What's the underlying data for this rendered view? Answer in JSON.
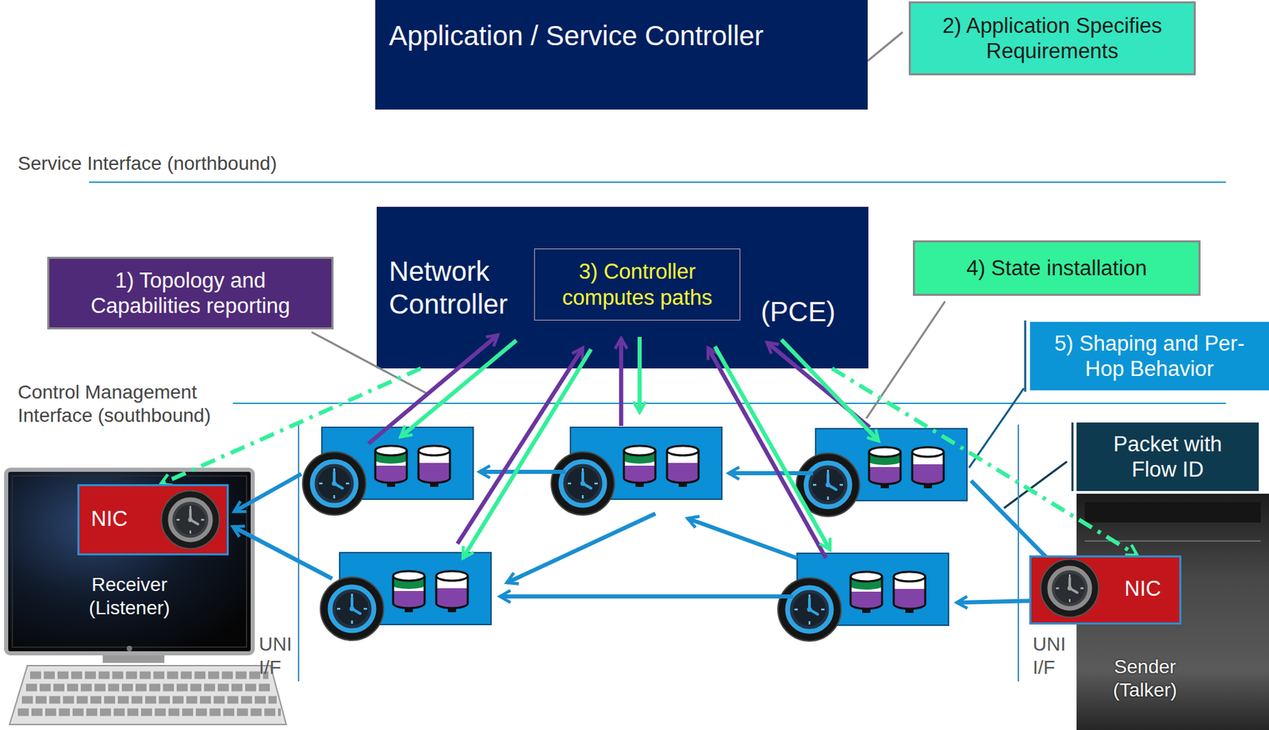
{
  "diagram": {
    "nodes": [
      {
        "text": [
          "Application / Service Controller"
        ]
      },
      {
        "text": [
          "2) Application Specifies Requirements"
        ]
      },
      {
        "text": [
          "1) Topology and Capabilities reporting"
        ]
      },
      {
        "text": [
          "Network Controller",
          "(PCE)"
        ]
      },
      {
        "text": [
          "3) Controller computes paths"
        ],
        "in": 3
      },
      {
        "text": [
          "4) State installation"
        ]
      },
      {
        "text": [
          "5) Shaping and Per-Hop Behavior"
        ]
      },
      {
        "text": [
          "Packet with Flow ID"
        ]
      },
      {
        "text": [
          "Receiver (Listener)"
        ]
      },
      {
        "text": [
          "NIC"
        ],
        "in": 8
      },
      {
        "text": [
          "Sender (Talker)"
        ]
      },
      {
        "text": [
          "NIC"
        ],
        "in": 10
      }
    ],
    "edges": [
      {
        "from": 3,
        "to": 9,
        "arrow": "to"
      },
      {
        "from": 3,
        "to": 11,
        "arrow": "to"
      }
    ],
    "labels": [
      "Service Interface (northbound)",
      "Control Management Interface (southbound)",
      "UNI I/F",
      "UNI I/F"
    ]
  }
}
